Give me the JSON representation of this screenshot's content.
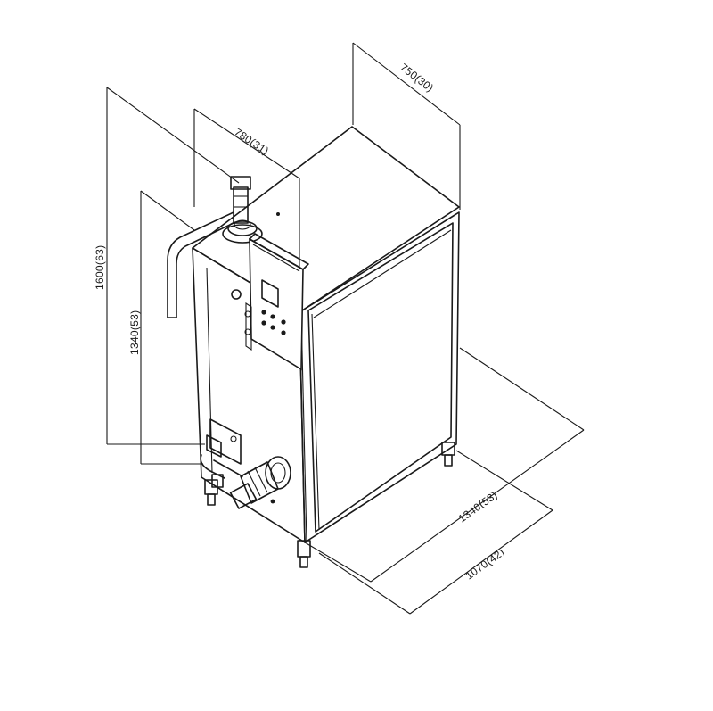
{
  "dimensions": {
    "depth_top": "750(30)",
    "width_top": "780(31)",
    "height_total": "1600(63)",
    "height_body": "1340(53)",
    "floor_right": "1340(53)",
    "floor_front": "1070(42)"
  },
  "colors": {
    "line": "#1a1a1a",
    "background": "#ffffff"
  }
}
